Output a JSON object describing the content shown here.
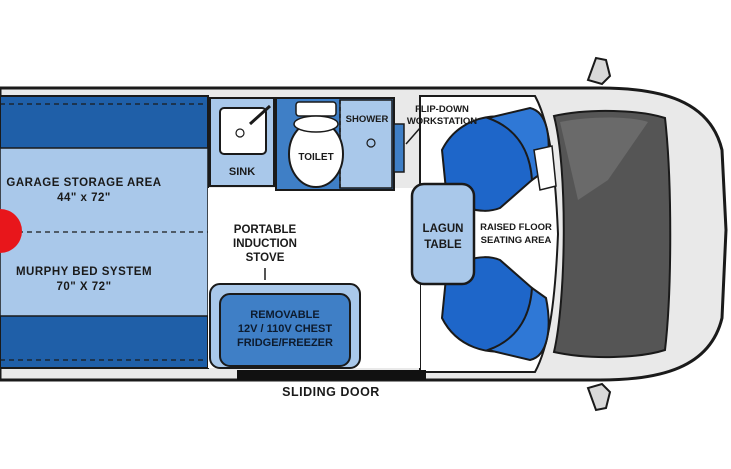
{
  "labels": {
    "garage_line1": "GARAGE STORAGE AREA",
    "garage_line2": "44\" x 72\"",
    "murphy_line1": "MURPHY BED SYSTEM",
    "murphy_line2": "70\" X 72\"",
    "sink": "SINK",
    "toilet": "TOILET",
    "shower": "SHOWER",
    "workstation_line1": "FLIP-DOWN",
    "workstation_line2": "WORKSTATION",
    "stove_line1": "PORTABLE",
    "stove_line2": "INDUCTION",
    "stove_line3": "STOVE",
    "table_line1": "LAGUN",
    "table_line2": "TABLE",
    "seating_line1": "RAISED FLOOR",
    "seating_line2": "SEATING AREA",
    "fridge_line1": "REMOVABLE",
    "fridge_line2": "12V / 110V CHEST",
    "fridge_line3": "FRIDGE/FREEZER",
    "door": "SLIDING DOOR"
  },
  "colors": {
    "outline": "#1a1a1a",
    "blue_dark": "#1f5fa8",
    "blue_mid": "#3f7fc6",
    "blue_light": "#a9c8ea",
    "blue_pale": "#c9dcf1",
    "seat_blue": "#1e66c9",
    "marker_red": "#e8161b",
    "windshield": "#555555",
    "body_grey": "#e9e9e9"
  }
}
